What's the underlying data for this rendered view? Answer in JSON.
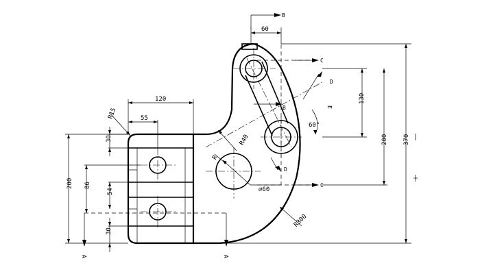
{
  "drawing": {
    "dimensions": {
      "d60_top": "60",
      "d120": "120",
      "d55": "55",
      "d30_top": "30",
      "d200_left": "200",
      "d86": "86",
      "d54": "54",
      "d30_bottom": "30",
      "d130": "130",
      "d200_right": "200",
      "d370": "370",
      "angle60": "60°",
      "r15": "R15",
      "r40": "R40",
      "phi60": "∅60",
      "r300": "R300",
      "r_small": "R"
    },
    "section_labels": {
      "b_top": "B",
      "b_mid": "B",
      "c_top": "C",
      "c_bottom": "C",
      "d_upper": "D",
      "d_lower": "D",
      "e_label": "E",
      "a_left": "A",
      "a_right": "A"
    }
  }
}
